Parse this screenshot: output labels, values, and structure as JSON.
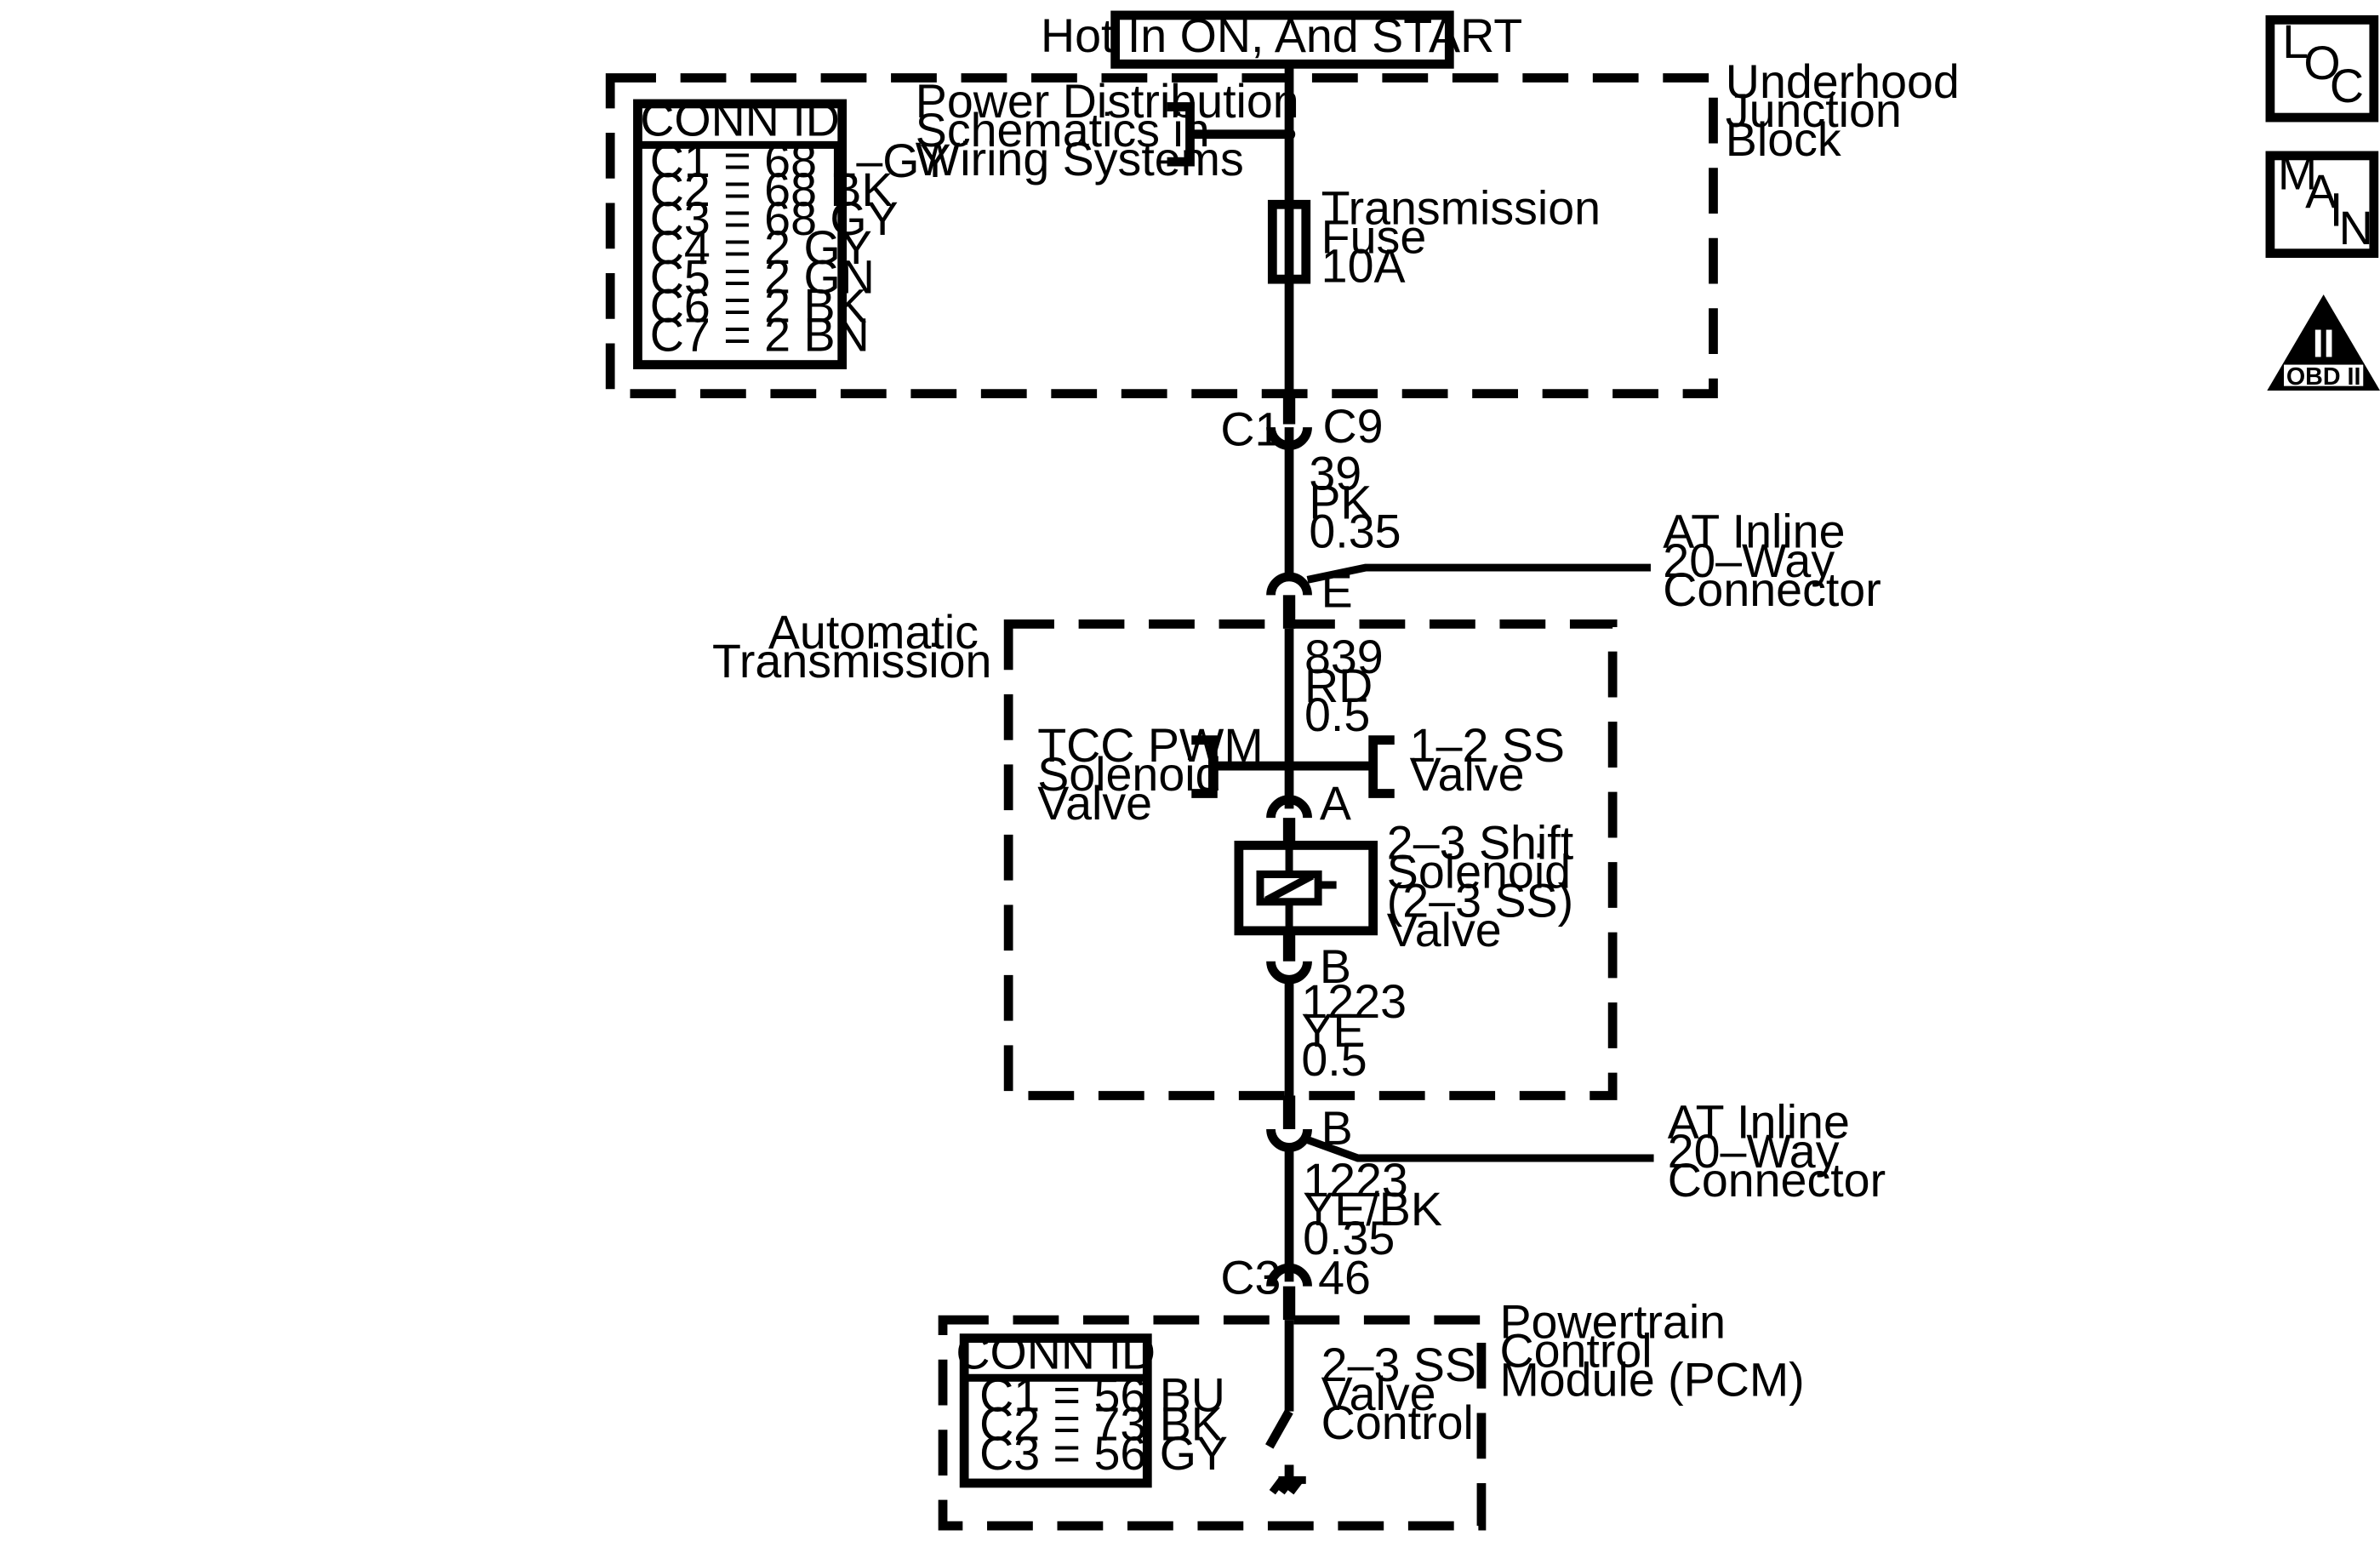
{
  "power_source": "Hot In ON, And START",
  "underhood_block": {
    "label": [
      "Underhood",
      "Junction",
      "Block"
    ],
    "conn_id": {
      "title": "CONN ID",
      "rows": [
        "C1 = 68 L–GY",
        "C2 = 68 BK",
        "C3 = 68 GY",
        "C4 = 2 GY",
        "C5 = 2 GN",
        "C6 = 2 BK",
        "C7 = 2 BN"
      ]
    },
    "power_dist_ref": [
      "Power Distribution",
      "Schematics in",
      "Wiring Systems"
    ],
    "fuse": [
      "Transmission",
      "Fuse",
      "10A"
    ]
  },
  "connector_c1_c9": {
    "left": "C1",
    "right": "C9"
  },
  "wire_pk": [
    "39",
    "PK",
    "0.35"
  ],
  "inline_connector_top": {
    "pin": "E",
    "label": [
      "AT Inline",
      "20–Way",
      "Connector"
    ]
  },
  "automatic_transmission": {
    "label": [
      "Automatic",
      "Transmission"
    ],
    "wire_rd": [
      "839",
      "RD",
      "0.5"
    ],
    "tcc_pwm": [
      "TCC PWM",
      "Solenoid",
      "Valve"
    ],
    "ss_12": [
      "1–2 SS",
      "Valve"
    ],
    "pin_a": "A",
    "solenoid_23": [
      "2–3 Shift",
      "Solenoid",
      "(2–3 SS)",
      "Valve"
    ],
    "pin_b": "B",
    "wire_ye": [
      "1223",
      "YE",
      "0.5"
    ]
  },
  "inline_connector_bottom": {
    "pin": "B",
    "label": [
      "AT Inline",
      "20–Way",
      "Connector"
    ]
  },
  "wire_yebk": [
    "1223",
    "YE/BK",
    "0.35"
  ],
  "connector_c3_46": {
    "left": "C3",
    "right": "46"
  },
  "pcm": {
    "label": [
      "Powertrain",
      "Control",
      "Module (PCM)"
    ],
    "conn_id": {
      "title": "CONN ID",
      "rows": [
        "C1 = 56 BU",
        "C2 = 73 BK",
        "C3 = 56 GY"
      ]
    },
    "control_label": [
      "2–3 SS",
      "Valve",
      "Control"
    ]
  },
  "sidebar": {
    "loc_letters": [
      "L",
      "O",
      "C"
    ],
    "main_letters": [
      "M",
      "A",
      "I",
      "N"
    ],
    "obd_numeral": "II",
    "obd_label": "OBD II"
  }
}
